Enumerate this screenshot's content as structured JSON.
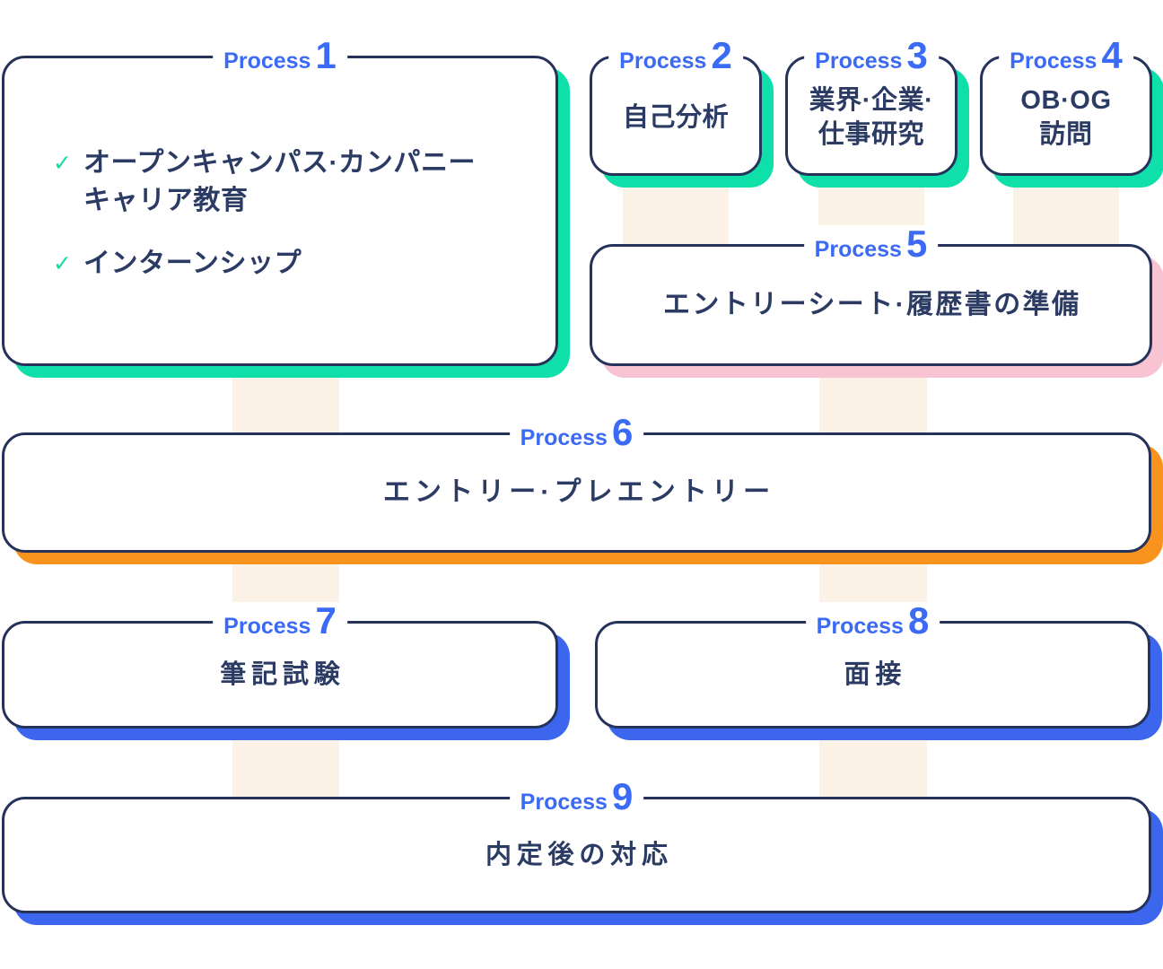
{
  "colors": {
    "background": "#ffffff",
    "border_navy": "#25325A",
    "text_navy": "#2B3B63",
    "label_blue": "#3B6AF4",
    "shadow_green": "#0FDFA8",
    "shadow_pink": "#F8C3D2",
    "shadow_orange": "#F8941D",
    "shadow_blue": "#3D66EF",
    "connector_peach": "#FDF2E7",
    "check_green": "#12DCA4"
  },
  "icons": {
    "check": "✓"
  },
  "processes": [
    {
      "word": "Process",
      "number": "1",
      "items": [
        {
          "text": "オープンキャンパス·カンパニー\nキャリア教育"
        },
        {
          "text": "インターンシップ"
        }
      ]
    },
    {
      "word": "Process",
      "number": "2",
      "text": "自己分析"
    },
    {
      "word": "Process",
      "number": "3",
      "text": "業界·企業·\n仕事研究"
    },
    {
      "word": "Process",
      "number": "4",
      "text": "OB·OG\n訪問"
    },
    {
      "word": "Process",
      "number": "5",
      "text": "エントリーシート·履歴書の準備"
    },
    {
      "word": "Process",
      "number": "6",
      "text": "エントリー·プレエントリー"
    },
    {
      "word": "Process",
      "number": "7",
      "text": "筆記試験"
    },
    {
      "word": "Process",
      "number": "8",
      "text": "面接"
    },
    {
      "word": "Process",
      "number": "9",
      "text": "内定後の対応"
    }
  ]
}
